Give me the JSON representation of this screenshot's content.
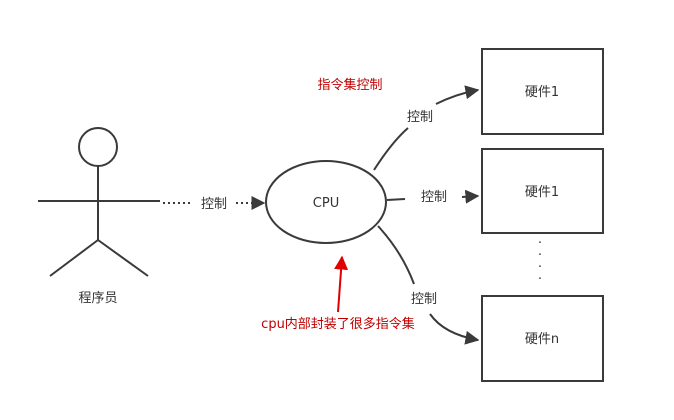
{
  "diagram": {
    "programmer": {
      "label": "程序员"
    },
    "cpu": {
      "label": "CPU"
    },
    "control_label": "控制",
    "instruction_set_note": "指令集控制",
    "cpu_note": "cpu内部封装了很多指令集",
    "hardware": [
      {
        "label": "硬件1"
      },
      {
        "label": "硬件1"
      },
      {
        "label": "硬件n"
      }
    ],
    "ellipsis": "·",
    "colors": {
      "line": "#3a3a3a",
      "box_border": "#3a3a3a",
      "note_text": "#c00000",
      "note_arrow": "#e00000"
    }
  }
}
